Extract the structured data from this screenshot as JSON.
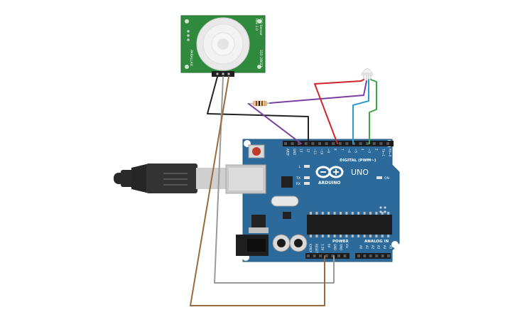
{
  "pir_sensor": {
    "label_right_1": "PIR Sensor",
    "label_right_2": "Rev 1.0",
    "label_right_3": "555-28027",
    "label_left": "PARALLAX"
  },
  "arduino": {
    "brand": "ARDUINO",
    "model": "UNO",
    "digital_label": "DIGITAL (PWM~)",
    "power_label": "POWER",
    "analog_label": "ANALOG IN",
    "on_label": "ON",
    "led_l": "L",
    "led_tx": "TX",
    "led_rx": "RX",
    "top_pins": [
      "AREF",
      "GND",
      "13",
      "12",
      "~11",
      "~10",
      "~9",
      "8",
      "7",
      "~6",
      "~5",
      "4",
      "~3",
      "2",
      "TX→1",
      "RX←0"
    ],
    "power_pins": [
      "IOREF",
      "RESET",
      "3.3V",
      "5V",
      "GND",
      "GND",
      "Vin"
    ],
    "analog_pins": [
      "A0",
      "A1",
      "A2",
      "A3",
      "A4",
      "A5"
    ]
  },
  "colors": {
    "board": "#2b6a9a",
    "pir_board": "#2f8a3d",
    "wire_purple": "#7a3fa0",
    "wire_red": "#d0262b",
    "wire_blue": "#2b9bd0",
    "wire_green": "#3aa648",
    "wire_black": "#222222",
    "wire_gray": "#9a9a9a",
    "wire_brown": "#9a6a3a"
  }
}
